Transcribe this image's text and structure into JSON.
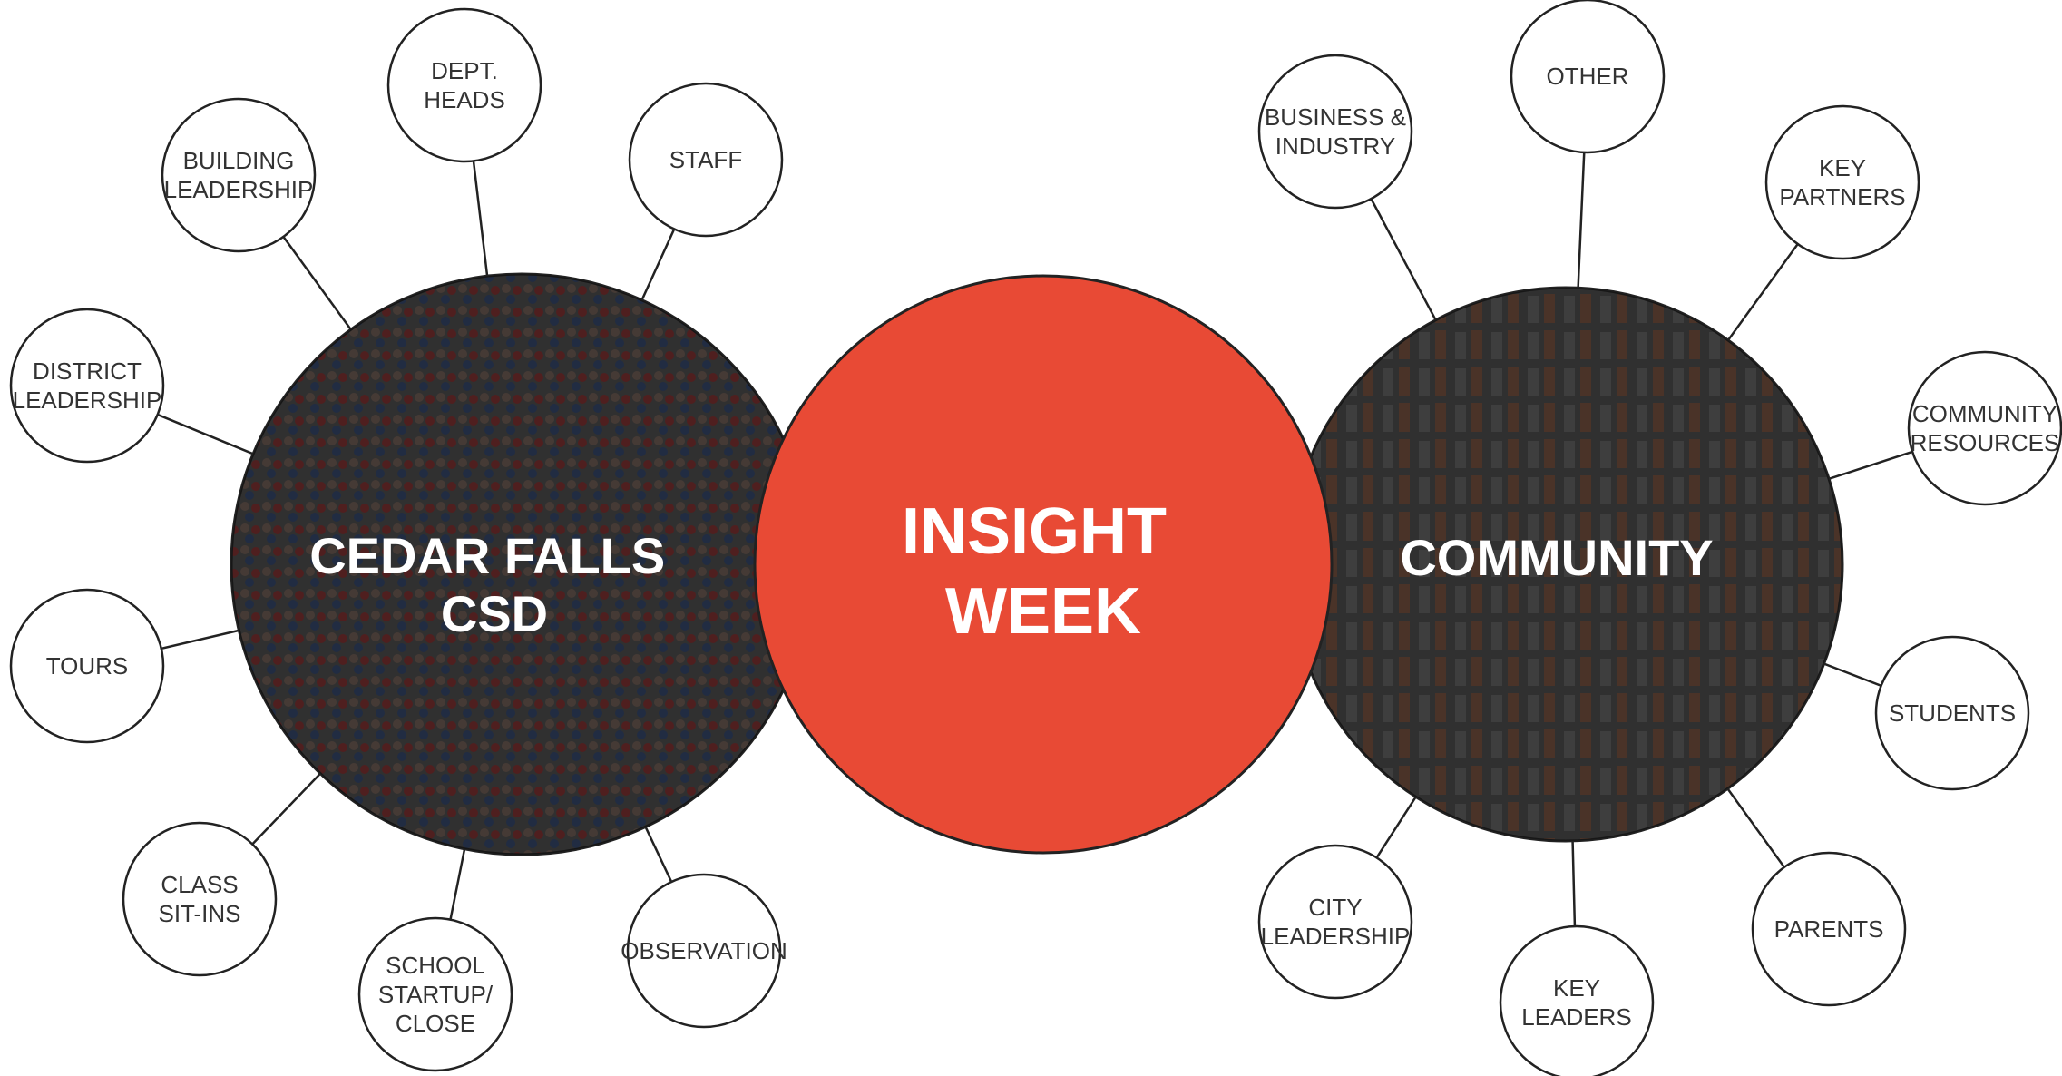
{
  "colors": {
    "center_fill": "#E84A35",
    "hub_fill": "#3d3d3d",
    "node_fill": "#ffffff",
    "stroke": "#222222",
    "text_dark": "#333333",
    "text_light": "#ffffff"
  },
  "center": {
    "lines": [
      "INSIGHT",
      "WEEK"
    ]
  },
  "hubs": {
    "left": {
      "lines": [
        "CEDAR FALLS",
        "CSD"
      ]
    },
    "right": {
      "lines": [
        "COMMUNITY"
      ]
    }
  },
  "left_nodes": [
    {
      "lines": [
        "DEPT.",
        "HEADS"
      ]
    },
    {
      "lines": [
        "STAFF"
      ]
    },
    {
      "lines": [
        "BUILDING",
        "LEADERSHIP"
      ]
    },
    {
      "lines": [
        "DISTRICT",
        "LEADERSHIP"
      ]
    },
    {
      "lines": [
        "TOURS"
      ]
    },
    {
      "lines": [
        "CLASS",
        "SIT-INS"
      ]
    },
    {
      "lines": [
        "SCHOOL",
        "STARTUP/",
        "CLOSE"
      ]
    },
    {
      "lines": [
        "OBSERVATION"
      ]
    }
  ],
  "right_nodes": [
    {
      "lines": [
        "OTHER"
      ]
    },
    {
      "lines": [
        "BUSINESS &",
        "INDUSTRY"
      ]
    },
    {
      "lines": [
        "KEY",
        "PARTNERS"
      ]
    },
    {
      "lines": [
        "COMMUNITY",
        "RESOURCES"
      ]
    },
    {
      "lines": [
        "STUDENTS"
      ]
    },
    {
      "lines": [
        "PARENTS"
      ]
    },
    {
      "lines": [
        "KEY",
        "LEADERS"
      ]
    },
    {
      "lines": [
        "CITY",
        "LEADERSHIP"
      ]
    }
  ]
}
